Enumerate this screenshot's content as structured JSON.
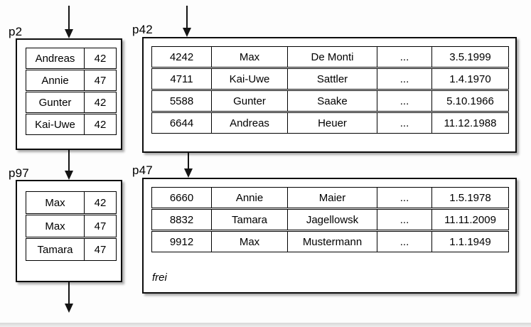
{
  "diagram": {
    "description": "Database pages with index entries pointing to data pages",
    "bottom_bar_color": "#d7d7d7",
    "ink_color": "#000000",
    "box_background": "#ffffff"
  },
  "nodes": {
    "p2": {
      "label": "p2",
      "rows": [
        [
          "Andreas",
          "42"
        ],
        [
          "Annie",
          "47"
        ],
        [
          "Gunter",
          "42"
        ],
        [
          "Kai-Uwe",
          "42"
        ]
      ]
    },
    "p42": {
      "label": "p42",
      "rows": [
        [
          "4242",
          "Max",
          "De Monti",
          "...",
          "3.5.1999"
        ],
        [
          "4711",
          "Kai-Uwe",
          "Sattler",
          "...",
          "1.4.1970"
        ],
        [
          "5588",
          "Gunter",
          "Saake",
          "...",
          "5.10.1966"
        ],
        [
          "6644",
          "Andreas",
          "Heuer",
          "...",
          "11.12.1988"
        ]
      ]
    },
    "p97": {
      "label": "p97",
      "rows": [
        [
          "Max",
          "42"
        ],
        [
          "Max",
          "47"
        ],
        [
          "Tamara",
          "47"
        ]
      ]
    },
    "p47": {
      "label": "p47",
      "rows": [
        [
          "6660",
          "Annie",
          "Maier",
          "...",
          "1.5.1978"
        ],
        [
          "8832",
          "Tamara",
          "Jagellowsk",
          "...",
          "11.11.2009"
        ],
        [
          "9912",
          "Max",
          "Mustermann",
          "...",
          "1.1.1949"
        ]
      ],
      "footer": "frei"
    }
  }
}
